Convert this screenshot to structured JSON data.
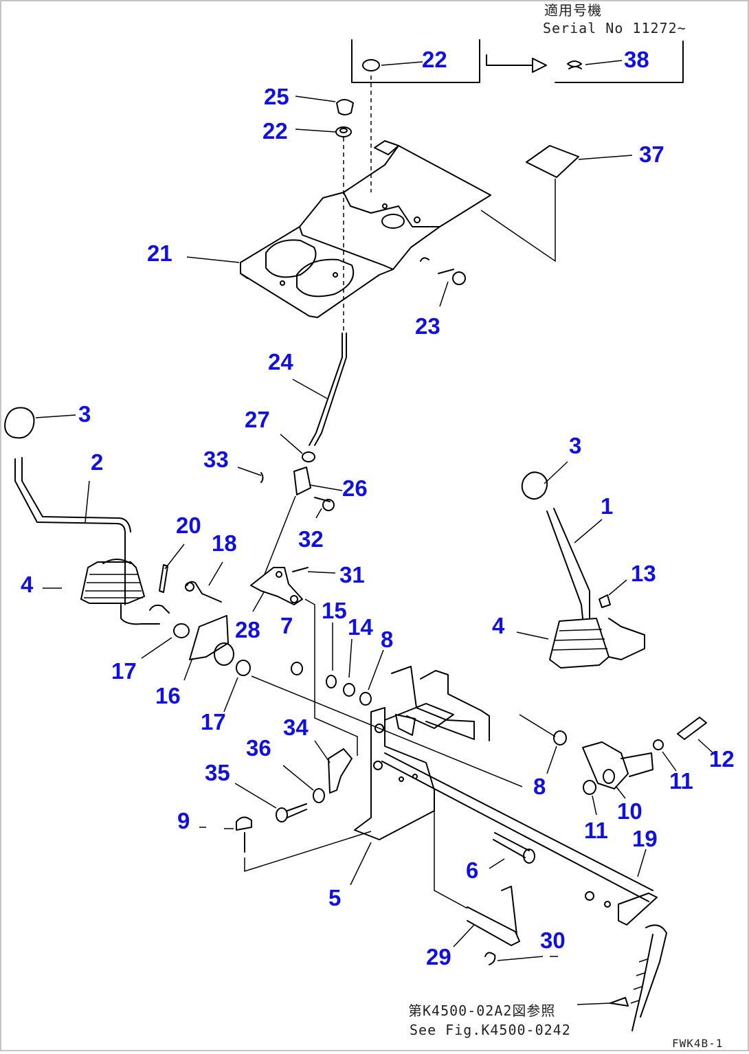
{
  "header_note": {
    "line1": "適用号機",
    "line2": "Serial No 11272~"
  },
  "footer_note": {
    "line1": "第K4500-02A2図参照",
    "line2": "See Fig.K4500-0242"
  },
  "drawing_code": "FWK4B-1",
  "callouts": [
    {
      "id": "c-22a",
      "text": "22"
    },
    {
      "id": "c-38",
      "text": "38"
    },
    {
      "id": "c-25",
      "text": "25"
    },
    {
      "id": "c-22b",
      "text": "22"
    },
    {
      "id": "c-37",
      "text": "37"
    },
    {
      "id": "c-21",
      "text": "21"
    },
    {
      "id": "c-23",
      "text": "23"
    },
    {
      "id": "c-24",
      "text": "24"
    },
    {
      "id": "c-3a",
      "text": "3"
    },
    {
      "id": "c-27",
      "text": "27"
    },
    {
      "id": "c-2",
      "text": "2"
    },
    {
      "id": "c-33",
      "text": "33"
    },
    {
      "id": "c-26",
      "text": "26"
    },
    {
      "id": "c-3b",
      "text": "3"
    },
    {
      "id": "c-1",
      "text": "1"
    },
    {
      "id": "c-20",
      "text": "20"
    },
    {
      "id": "c-32",
      "text": "32"
    },
    {
      "id": "c-18",
      "text": "18"
    },
    {
      "id": "c-31",
      "text": "31"
    },
    {
      "id": "c-4a",
      "text": "4"
    },
    {
      "id": "c-13",
      "text": "13"
    },
    {
      "id": "c-15",
      "text": "15"
    },
    {
      "id": "c-28",
      "text": "28"
    },
    {
      "id": "c-7",
      "text": "7"
    },
    {
      "id": "c-14",
      "text": "14"
    },
    {
      "id": "c-4b",
      "text": "4"
    },
    {
      "id": "c-8a",
      "text": "8"
    },
    {
      "id": "c-17a",
      "text": "17"
    },
    {
      "id": "c-16",
      "text": "16"
    },
    {
      "id": "c-17b",
      "text": "17"
    },
    {
      "id": "c-34",
      "text": "34"
    },
    {
      "id": "c-36",
      "text": "36"
    },
    {
      "id": "c-12",
      "text": "12"
    },
    {
      "id": "c-35",
      "text": "35"
    },
    {
      "id": "c-11a",
      "text": "11"
    },
    {
      "id": "c-8b",
      "text": "8"
    },
    {
      "id": "c-10",
      "text": "10"
    },
    {
      "id": "c-9",
      "text": "9"
    },
    {
      "id": "c-11b",
      "text": "11"
    },
    {
      "id": "c-19",
      "text": "19"
    },
    {
      "id": "c-6",
      "text": "6"
    },
    {
      "id": "c-5",
      "text": "5"
    },
    {
      "id": "c-30",
      "text": "30"
    },
    {
      "id": "c-29",
      "text": "29"
    }
  ]
}
